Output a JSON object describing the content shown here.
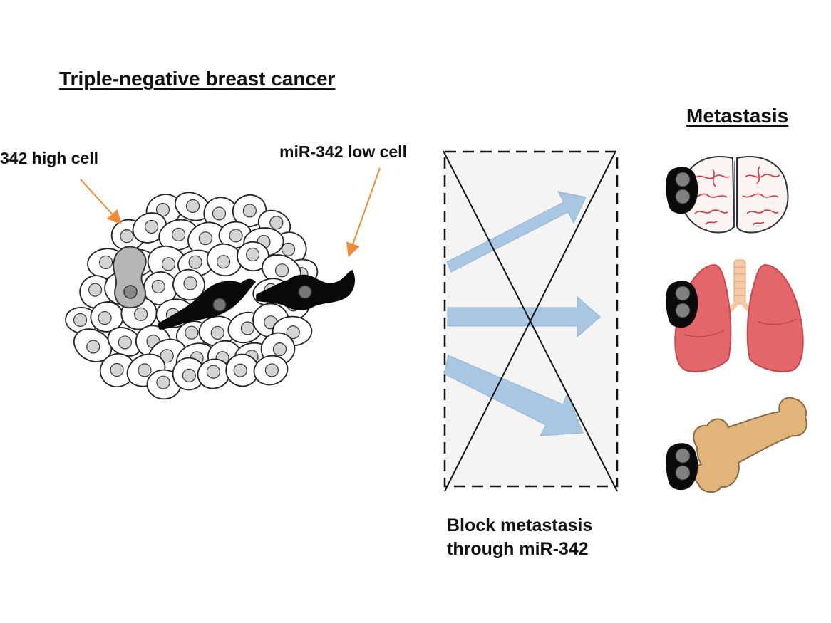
{
  "title": "Triple-negative breast cancer",
  "labels": {
    "high_cell": "342 high cell",
    "low_cell": "miR-342 low cell",
    "metastasis": "Metastasis",
    "block_line1": "Block metastasis",
    "block_line2": "through miR-342"
  },
  "organs": [
    "brain-icon",
    "lungs-icon",
    "bone-icon"
  ],
  "colors": {
    "high_cell": "#b5b5b5",
    "low_cell": "#0a0a0a",
    "normal_cell": "#ffffff",
    "pointer_arrow": "#ed8b3a",
    "flow_arrow": "#a9c6e3",
    "block_box": "#f4f4f4",
    "lung": "#e3676a",
    "bone": "#e0b47a"
  }
}
